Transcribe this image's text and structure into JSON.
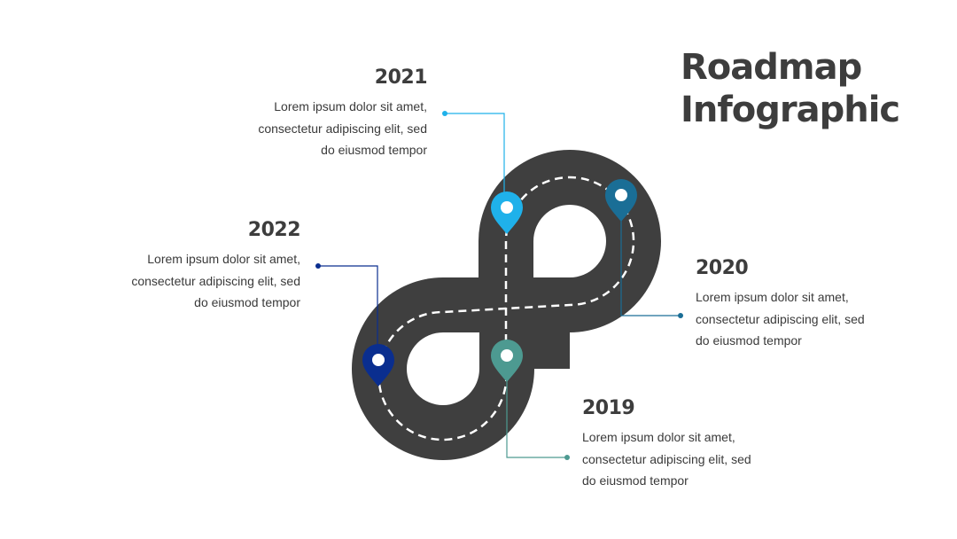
{
  "title": {
    "line1": "Roadmap",
    "line2": "Infographic"
  },
  "milestones": [
    {
      "year": "2021",
      "lines": [
        "Lorem ipsum dolor sit amet,",
        "consectetur adipiscing elit, sed",
        "do eiusmod tempor"
      ],
      "color": "#1fb1ea"
    },
    {
      "year": "2022",
      "lines": [
        "Lorem ipsum dolor sit amet,",
        "consectetur adipiscing elit, sed",
        "do eiusmod tempor"
      ],
      "color": "#0a2e8f"
    },
    {
      "year": "2020",
      "lines": [
        "Lorem ipsum dolor sit amet,",
        "consectetur adipiscing elit, sed",
        "do eiusmod tempor"
      ],
      "color": "#1a6e96"
    },
    {
      "year": "2019",
      "lines": [
        "Lorem ipsum dolor sit amet,",
        "consectetur adipiscing elit, sed",
        "do eiusmod tempor"
      ],
      "color": "#4d9a91"
    }
  ],
  "road_color": "#3f3f3f"
}
